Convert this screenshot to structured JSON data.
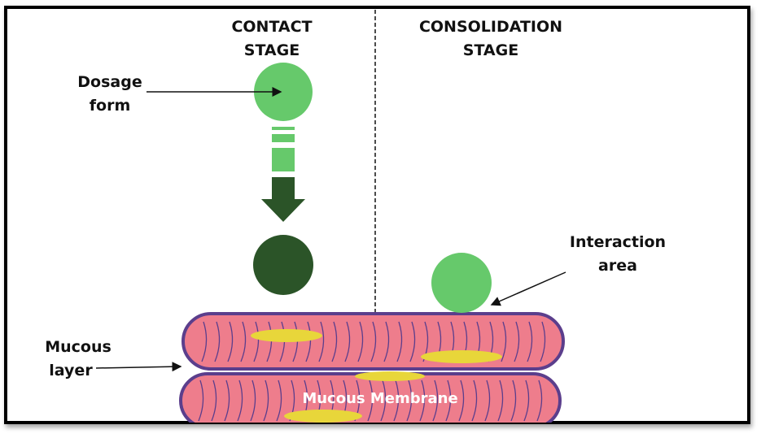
{
  "stages": {
    "contact": [
      "CONTACT",
      "STAGE"
    ],
    "consolidation": [
      "CONSOLIDATION",
      "STAGE"
    ]
  },
  "labels": {
    "dosage_form": [
      "Dosage",
      "form"
    ],
    "interaction_area": [
      "Interaction",
      "area"
    ],
    "mucous_layer": [
      "Mucous",
      "layer"
    ],
    "mucous_membrane": "Mucous Membrane"
  },
  "colors": {
    "light_green": "#66c96b",
    "dark_green": "#2b5428",
    "membrane_pink": "#ee7d8c",
    "membrane_outline": "#5b3e8c",
    "yellow": "#e8d63a"
  }
}
